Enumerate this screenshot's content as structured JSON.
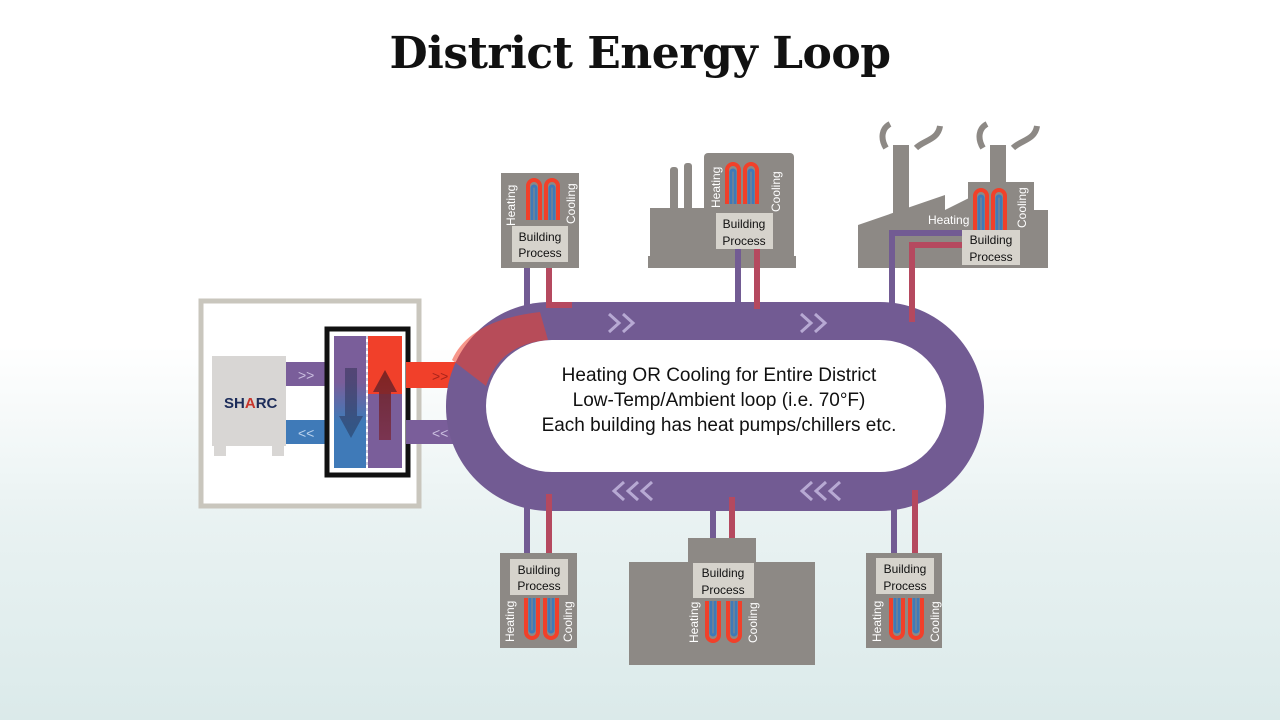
{
  "title": "District Energy Loop",
  "center_text": {
    "line1": "Heating OR Cooling for Entire District",
    "line2": "Low-Temp/Ambient loop (i.e. 70°F)",
    "line3": "Each building has heat pumps/chillers etc."
  },
  "sharc_logo": {
    "part1": "SH",
    "part2": "A",
    "part3": "RC"
  },
  "labels": {
    "heating": "Heating",
    "cooling": "Cooling",
    "building_process_line1": "Building",
    "building_process_line2": "Process"
  },
  "colors": {
    "loop_purple": "#725b93",
    "hot_red": "#f1402a",
    "return_red": "#b5495f",
    "cold_blue": "#3f7ab8",
    "building_gray": "#8d8985",
    "label_box": "#d6d3cc"
  }
}
